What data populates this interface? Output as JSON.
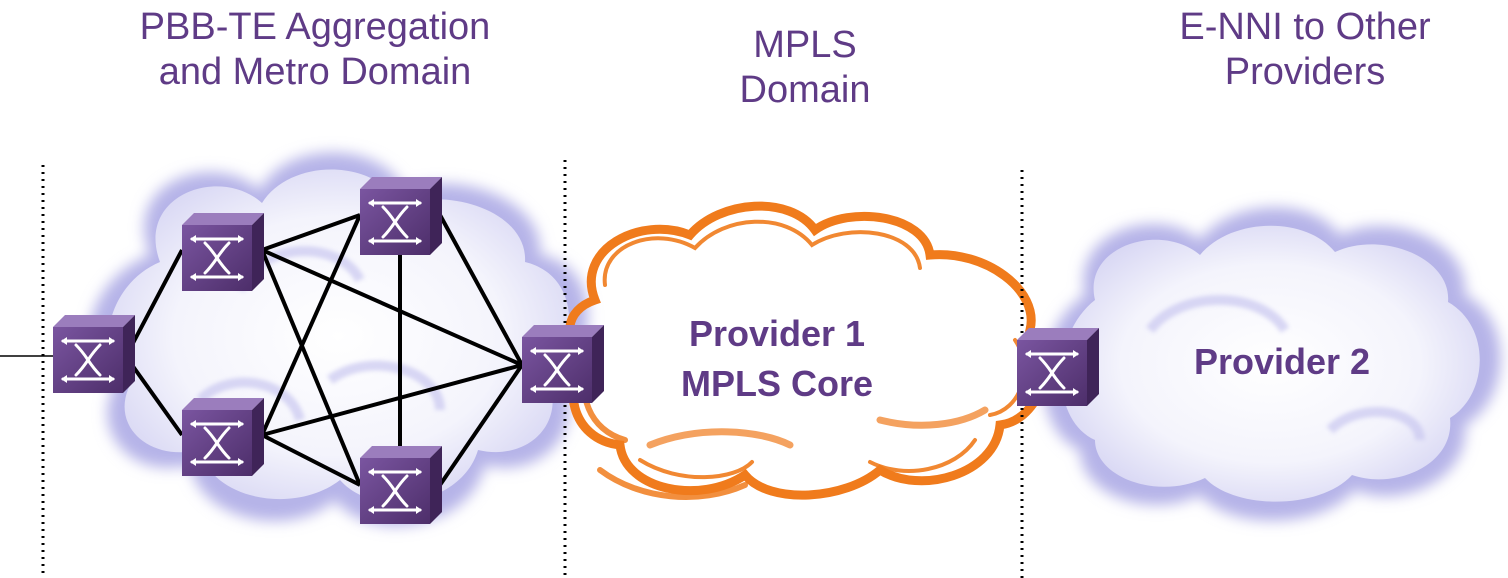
{
  "headings": {
    "pbb_te": {
      "line1": "PBB-TE Aggregation",
      "line2": "and Metro Domain"
    },
    "mpls": {
      "line1": "MPLS",
      "line2": "Domain"
    },
    "enni": {
      "line1": "E-NNI to Other",
      "line2": "Providers"
    }
  },
  "clouds": {
    "provider1": {
      "line1": "Provider 1",
      "line2": "MPLS Core"
    },
    "provider2": {
      "label": "Provider 2"
    }
  },
  "colors": {
    "heading_text": "#5f3b86",
    "switch_body": "#5e3a7e",
    "switch_glyph": "#ffffff",
    "mpls_cloud": "#f07b1c",
    "pbb_cloud": "#c7c6ee",
    "link": "#000000"
  },
  "icons": {
    "switch": "network-switch-icon",
    "pbb_cloud": "cloud-icon",
    "mpls_cloud": "cloud-outline-icon",
    "provider2_cloud": "cloud-icon"
  }
}
